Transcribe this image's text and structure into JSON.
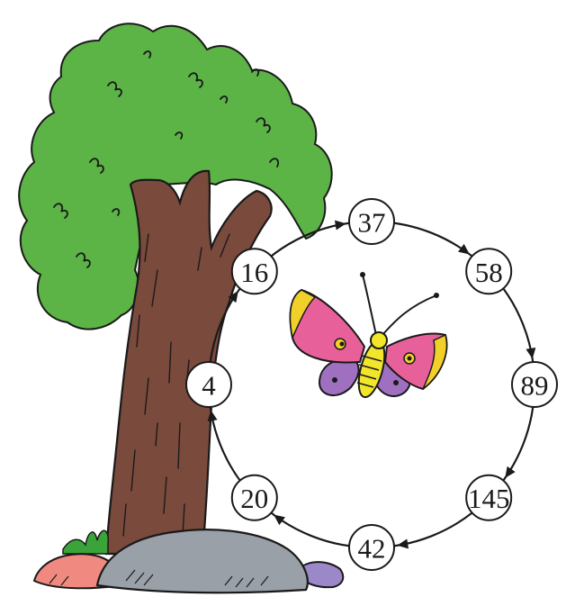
{
  "cycle": {
    "nodes": [
      {
        "label": "37"
      },
      {
        "label": "58"
      },
      {
        "label": "89"
      },
      {
        "label": "145"
      },
      {
        "label": "42"
      },
      {
        "label": "20"
      },
      {
        "label": "4"
      },
      {
        "label": "16"
      }
    ],
    "direction": "clockwise"
  },
  "illustrations": {
    "tree": "tree-illustration",
    "butterfly": "butterfly-illustration",
    "rocks": "rocks-illustration"
  },
  "colors": {
    "foliage": "#5cb346",
    "trunk": "#7a4a3c",
    "rock": "#9aa0a8",
    "wing": "#e8609a",
    "butterfly_body": "#f2e62a",
    "wing_lower": "#a070c0",
    "grass": "#3aa43a",
    "pink_rock": "#f08a80"
  }
}
